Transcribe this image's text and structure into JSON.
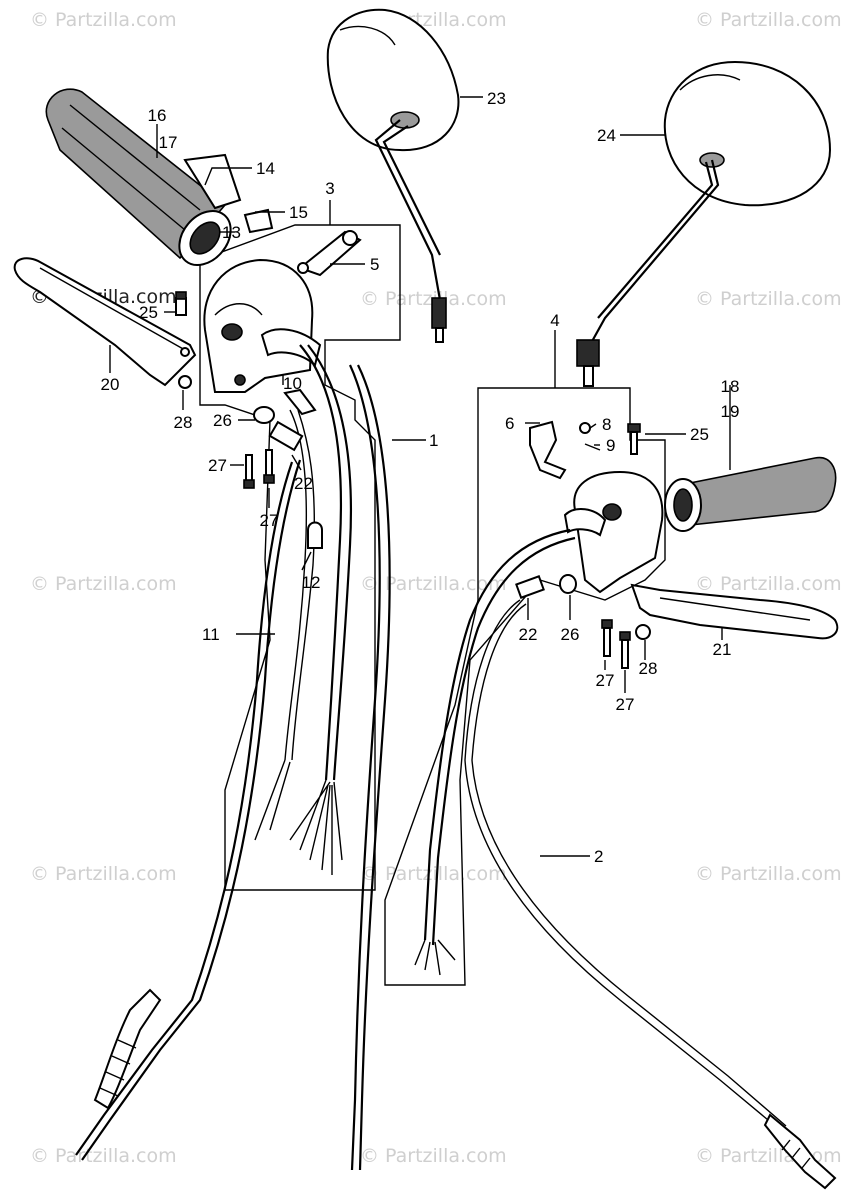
{
  "watermark": {
    "text": "© Partzilla.com",
    "visible_text": "© Partzilla.com"
  },
  "parts": {
    "p1": "1",
    "p2": "2",
    "p3": "3",
    "p4": "4",
    "p5": "5",
    "p6": "6",
    "p8": "8",
    "p9": "9",
    "p10": "10",
    "p11": "11",
    "p12": "12",
    "p13": "13",
    "p14": "14",
    "p15": "15",
    "p16": "16",
    "p17": "17",
    "p18": "18",
    "p19": "19",
    "p20": "20",
    "p21": "21",
    "p22": "22",
    "p23": "23",
    "p24": "24",
    "p25": "25",
    "p26": "26",
    "p27": "27",
    "p28": "28"
  }
}
